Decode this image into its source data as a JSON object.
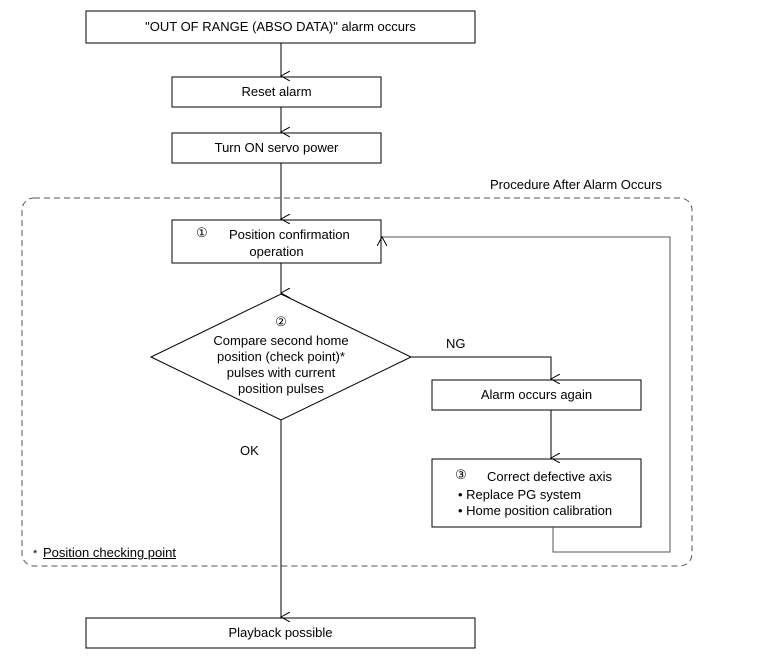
{
  "steps": {
    "alarm_occurs": "\"OUT OF RANGE (ABSO DATA)\" alarm occurs",
    "reset_alarm": "Reset alarm",
    "turn_on_servo": "Turn ON servo power",
    "position_confirm_num": "①",
    "position_confirm_line1": "Position confirmation",
    "position_confirm_line2": "operation",
    "compare_num": "②",
    "compare_line1": "Compare second home",
    "compare_line2": "position (check point)*",
    "compare_line3": "pulses with current",
    "compare_line4": "position pulses",
    "alarm_again": "Alarm occurs again",
    "correct_num": "③",
    "correct_title": "Correct defective axis",
    "correct_bullet1": "• Replace PG system",
    "correct_bullet2": "• Home position calibration",
    "playback": "Playback possible"
  },
  "labels": {
    "procedure_region": "Procedure After Alarm Occurs",
    "ng": "NG",
    "ok": "OK",
    "footnote_star": "*",
    "footnote_text": "Position checking point"
  }
}
